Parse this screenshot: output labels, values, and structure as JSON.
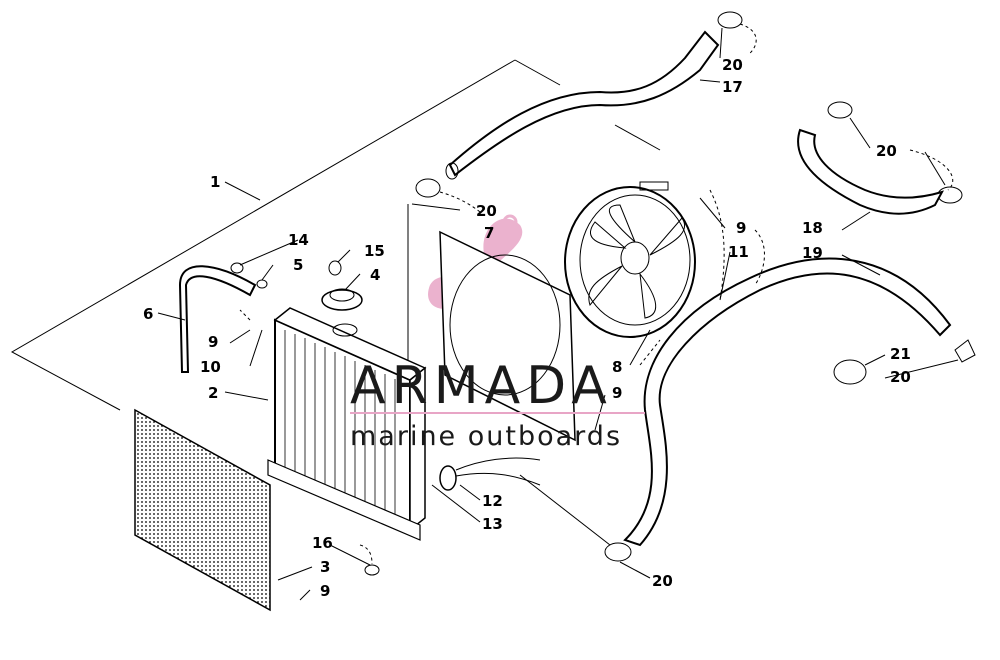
{
  "callouts": [
    {
      "id": "c1",
      "text": "1"
    },
    {
      "id": "c2",
      "text": "2"
    },
    {
      "id": "c3",
      "text": "3"
    },
    {
      "id": "c4",
      "text": "4"
    },
    {
      "id": "c5",
      "text": "5"
    },
    {
      "id": "c6",
      "text": "6"
    },
    {
      "id": "c7",
      "text": "7"
    },
    {
      "id": "c8",
      "text": "8"
    },
    {
      "id": "c9a",
      "text": "9"
    },
    {
      "id": "c9b",
      "text": "9"
    },
    {
      "id": "c9c",
      "text": "9"
    },
    {
      "id": "c9d",
      "text": "9"
    },
    {
      "id": "c10",
      "text": "10"
    },
    {
      "id": "c11",
      "text": "11"
    },
    {
      "id": "c12",
      "text": "12"
    },
    {
      "id": "c13",
      "text": "13"
    },
    {
      "id": "c14",
      "text": "14"
    },
    {
      "id": "c15",
      "text": "15"
    },
    {
      "id": "c16",
      "text": "16"
    },
    {
      "id": "c17",
      "text": "17"
    },
    {
      "id": "c18",
      "text": "18"
    },
    {
      "id": "c19",
      "text": "19"
    },
    {
      "id": "c20a",
      "text": "20"
    },
    {
      "id": "c20b",
      "text": "20"
    },
    {
      "id": "c20c",
      "text": "20"
    },
    {
      "id": "c20d",
      "text": "20"
    },
    {
      "id": "c20e",
      "text": "20"
    },
    {
      "id": "c21",
      "text": "21"
    }
  ],
  "watermark": {
    "title": "ARMADA",
    "subtitle": "marine outboards",
    "color": "#e8a5c6"
  }
}
